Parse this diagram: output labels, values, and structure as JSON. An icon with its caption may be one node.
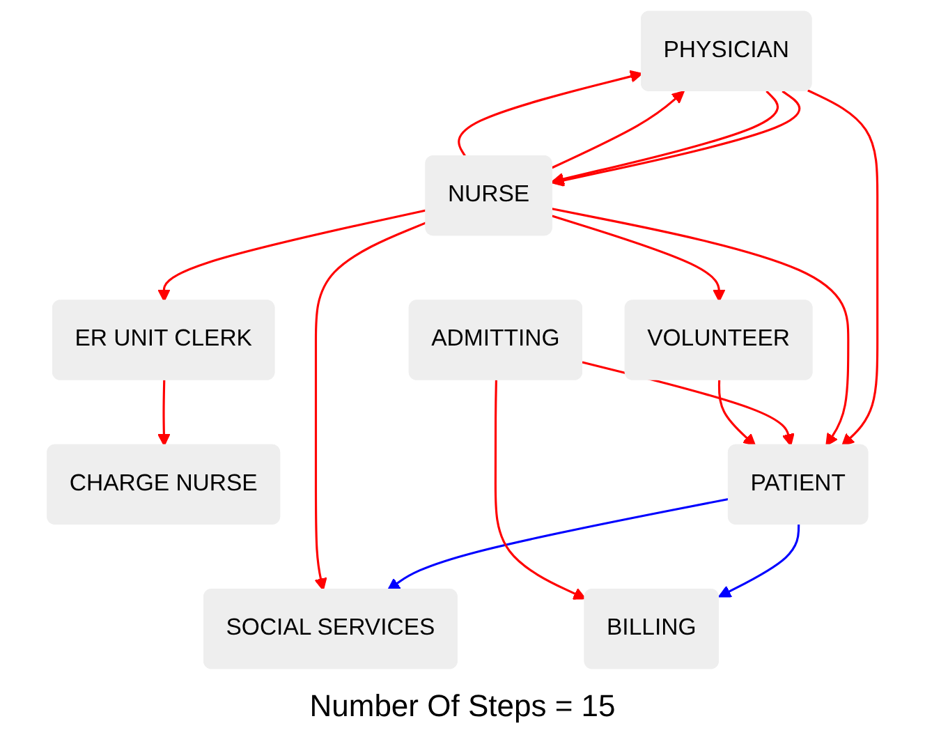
{
  "diagram": {
    "caption": "Number Of Steps = 15",
    "nodes": [
      {
        "text": [
          "PHYSICIAN"
        ]
      },
      {
        "text": [
          "ER UNIT CLERK"
        ]
      },
      {
        "text": [
          "PATIENT"
        ]
      },
      {
        "text": [
          "CHARGE NURSE"
        ]
      },
      {
        "text": [
          "VOLUNTEER"
        ]
      },
      {
        "text": [
          "NURSE"
        ]
      },
      {
        "text": [
          "BILLING"
        ]
      },
      {
        "text": [
          "ADMITTING"
        ]
      },
      {
        "text": [
          "SOCIAL SERVICES"
        ]
      }
    ],
    "edges": [
      {
        "from": 0,
        "to": 2,
        "arrow": "to"
      },
      {
        "from": 1,
        "to": 3,
        "arrow": "to"
      },
      {
        "from": 5,
        "to": 1,
        "arrow": "to"
      },
      {
        "from": 5,
        "to": 0,
        "arrow": "to"
      },
      {
        "from": 0,
        "to": 5,
        "arrow": "to"
      },
      {
        "from": 5,
        "to": 0,
        "arrow": "to"
      },
      {
        "from": 0,
        "to": 5,
        "arrow": "to"
      },
      {
        "from": 5,
        "to": 2,
        "arrow": "to"
      },
      {
        "from": 5,
        "to": 4,
        "arrow": "to"
      },
      {
        "from": 7,
        "to": 2,
        "arrow": "to"
      },
      {
        "from": 4,
        "to": 2,
        "arrow": "to"
      },
      {
        "from": 2,
        "to": 8,
        "arrow": "to",
        "color": "#0000ff"
      },
      {
        "from": 2,
        "to": 6,
        "arrow": "to",
        "color": "#0000ff"
      },
      {
        "from": 5,
        "to": 8,
        "arrow": "to"
      },
      {
        "from": 7,
        "to": 6,
        "arrow": "to"
      }
    ]
  }
}
